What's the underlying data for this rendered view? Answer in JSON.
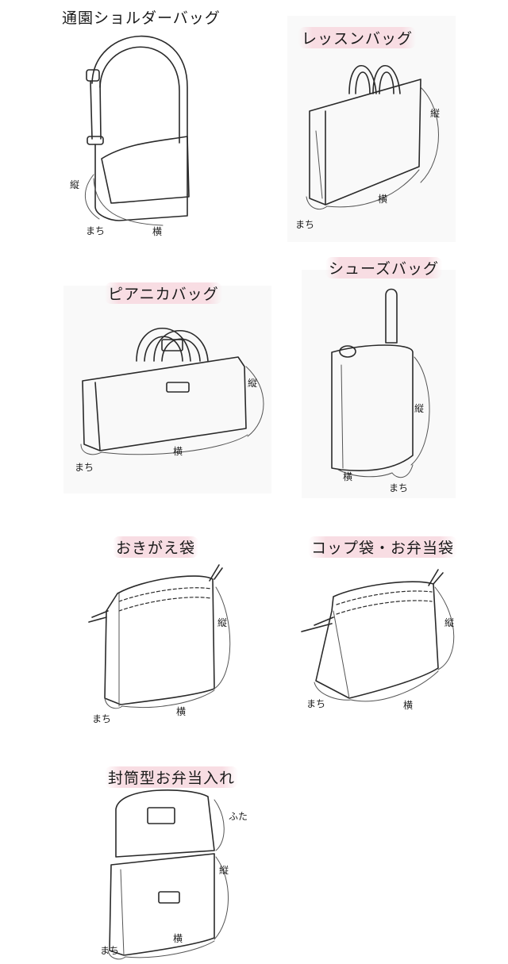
{
  "bags": [
    {
      "title": "通園ショルダーバッグ",
      "labels": {
        "tate": "縦",
        "yoko": "横",
        "machi": "まち"
      }
    },
    {
      "title": "レッスンバッグ",
      "labels": {
        "tate": "縦",
        "yoko": "横",
        "machi": "まち"
      }
    },
    {
      "title": "ピアニカバッグ",
      "labels": {
        "tate": "縦",
        "yoko": "横",
        "machi": "まち"
      }
    },
    {
      "title": "シューズバッグ",
      "labels": {
        "tate": "縦",
        "yoko": "横",
        "machi": "まち"
      }
    },
    {
      "title": "おきがえ袋",
      "labels": {
        "tate": "縦",
        "yoko": "横",
        "machi": "まち"
      }
    },
    {
      "title": "コップ袋・お弁当袋",
      "labels": {
        "tate": "縦",
        "yoko": "横",
        "machi": "まち"
      }
    },
    {
      "title": "封筒型お弁当入れ",
      "labels": {
        "futa": "ふた",
        "tate": "縦",
        "yoko": "横",
        "machi": "まち"
      }
    }
  ],
  "colors": {
    "highlight": "#f8dde3",
    "line": "#2a2a2a"
  }
}
